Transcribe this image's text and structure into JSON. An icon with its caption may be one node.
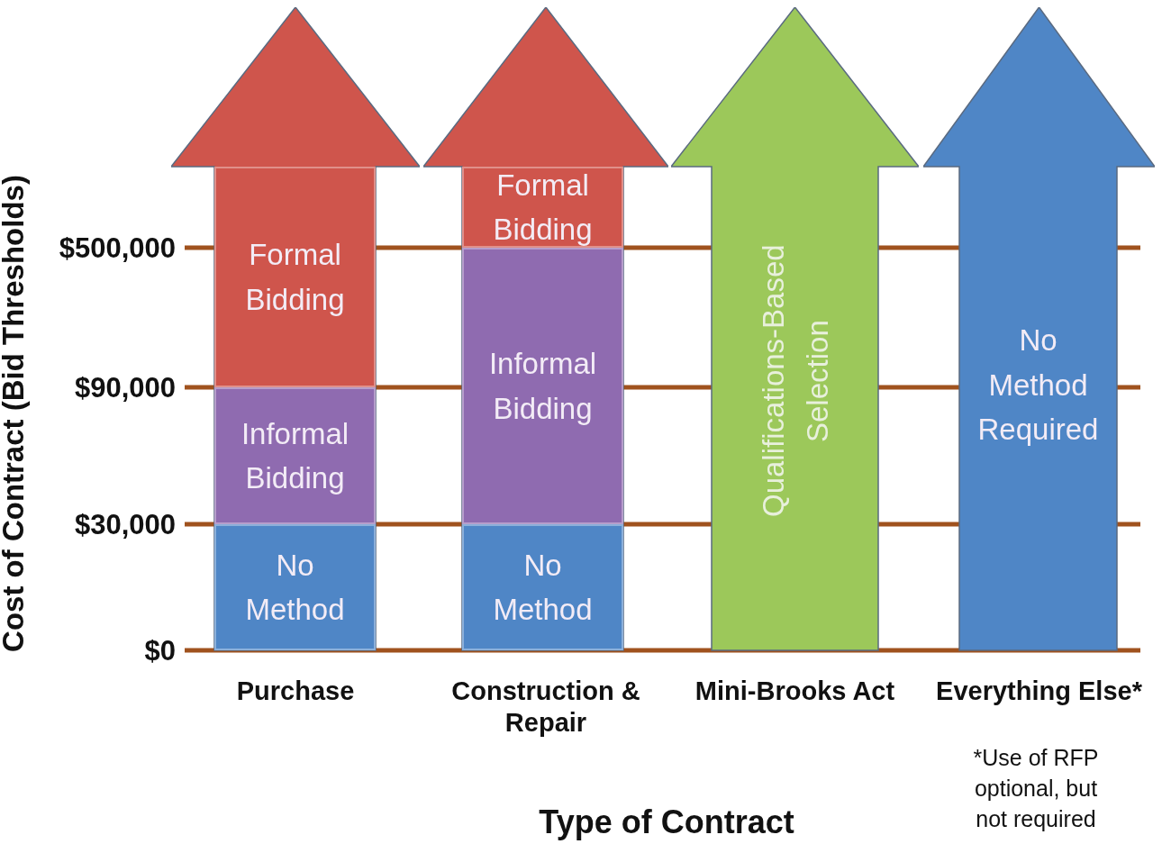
{
  "diagram": {
    "nodes": [
      {
        "text": [
          "Purchase"
        ]
      },
      {
        "text": [
          "Formal Bidding"
        ],
        "in": 0
      },
      {
        "text": [
          "Informal Bidding"
        ],
        "in": 0
      },
      {
        "text": [
          "No Method"
        ],
        "in": 0
      },
      {
        "text": [
          "Construction & Repair"
        ]
      },
      {
        "text": [
          "Formal Bidding"
        ],
        "in": 4
      },
      {
        "text": [
          "Informal Bidding"
        ],
        "in": 4
      },
      {
        "text": [
          "No Method"
        ],
        "in": 4
      },
      {
        "text": [
          "Qualifications-Based Selection",
          "Mini-Brooks Act"
        ]
      },
      {
        "text": [
          "No Method Required",
          "Everything Else*"
        ]
      }
    ],
    "edges": [],
    "labels": [
      "Cost of Contract (Bid Thresholds)",
      "$500,000",
      "$90,000",
      "$30,000",
      "$0",
      "*Use of RFP optional, but not required",
      "Type of Contract"
    ]
  }
}
